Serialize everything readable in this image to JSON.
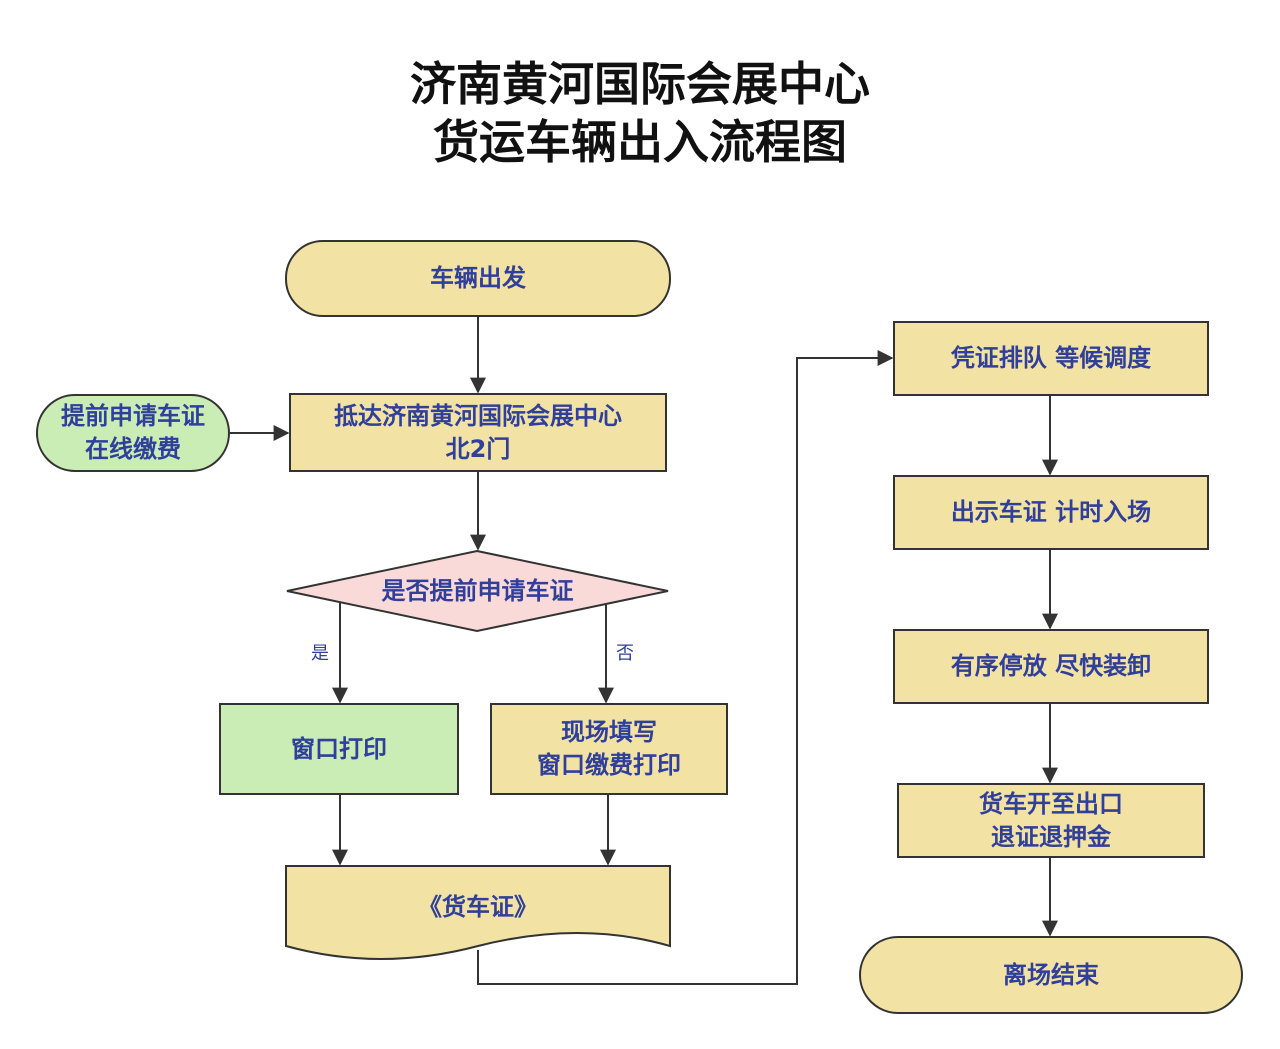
{
  "title": {
    "line1": "济南黄河国际会展中心",
    "line2": "货运车辆出入流程图"
  },
  "nodes": {
    "start": "车辆出发",
    "pre_apply": "提前申请车证\n在线缴费",
    "arrive": "抵达济南黄河国际会展中心\n北2门",
    "decision": "是否提前申请车证",
    "window_print": "窗口打印",
    "fill_onsite": "现场填写\n窗口缴费打印",
    "truck_pass": "《货车证》",
    "queue": "凭证排队 等候调度",
    "show_pass": "出示车证 计时入场",
    "park": "有序停放 尽快装卸",
    "exit": "货车开至出口\n退证退押金",
    "end": "离场结束"
  },
  "edge_labels": {
    "yes": "是",
    "no": "否"
  },
  "colors": {
    "yellow_fill": "#f2e3a4",
    "green_fill": "#c9edb5",
    "pink_fill": "#fad9d9",
    "stroke": "#333333",
    "text": "#2f3f9a"
  }
}
